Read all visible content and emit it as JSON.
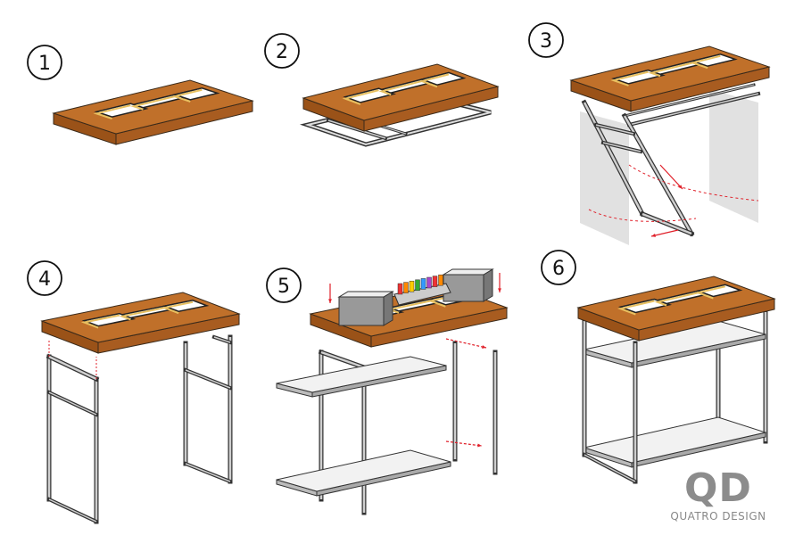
{
  "steps": [
    {
      "number": "1"
    },
    {
      "number": "2"
    },
    {
      "number": "3"
    },
    {
      "number": "4"
    },
    {
      "number": "5"
    },
    {
      "number": "6"
    }
  ],
  "logo": {
    "mark": "QD",
    "name": "QUATRO DESIGN"
  },
  "colors": {
    "wood_top": "#c0702a",
    "wood_edge": "#9a5218",
    "frame": "#333333",
    "shelf": "#f2f2f2",
    "arrow": "#e0202a",
    "panel": "#d9d9d9"
  }
}
